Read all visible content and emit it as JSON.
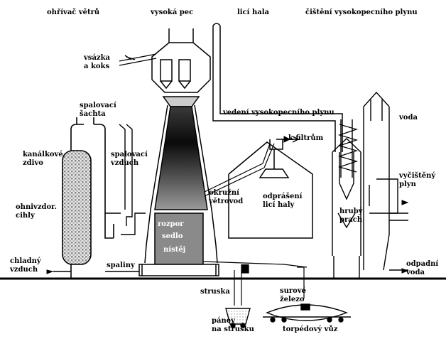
{
  "headers": {
    "stoves": "ohřívač větrů",
    "furnace": "vysoká pec",
    "casthouse": "licí hala",
    "gas_cleaning": "čištění vysokopecního plynu"
  },
  "labels": {
    "charge_1": "vsázka",
    "charge_2": "a koks",
    "combustion_shaft_1": "spalovací",
    "combustion_shaft_2": "šachta",
    "gas_pipe": "vedení vysokopecního plynu",
    "water": "voda",
    "to_filters": "k filtrům",
    "channel_masonry_1": "kanálkové",
    "channel_masonry_2": "zdivo",
    "combustion_air_1": "spalovací",
    "combustion_air_2": "vzduch",
    "refractory_1": "ohnivzdor.",
    "refractory_2": "cihly",
    "ring_main_1": "okružní",
    "ring_main_2": "větrovod",
    "dedusting_1": "odprášení",
    "dedusting_2": "licí haly",
    "coarse_dust_1": "hrubý",
    "coarse_dust_2": "prach",
    "clean_gas_1": "vyčištěný",
    "clean_gas_2": "plyn",
    "bosh": "rozpor",
    "saddle": "sedlo",
    "hearth": "nístěj",
    "cold_air_1": "chladný",
    "cold_air_2": "vzduch",
    "flue_gas": "spaliny",
    "waste_water_1": "odpadní",
    "waste_water_2": "voda",
    "slag": "struska",
    "hot_metal_1": "surové",
    "hot_metal_2": "železo",
    "slag_pot_1": "pánev",
    "slag_pot_2": "na strusku",
    "torpedo": "torpédový vůz"
  }
}
